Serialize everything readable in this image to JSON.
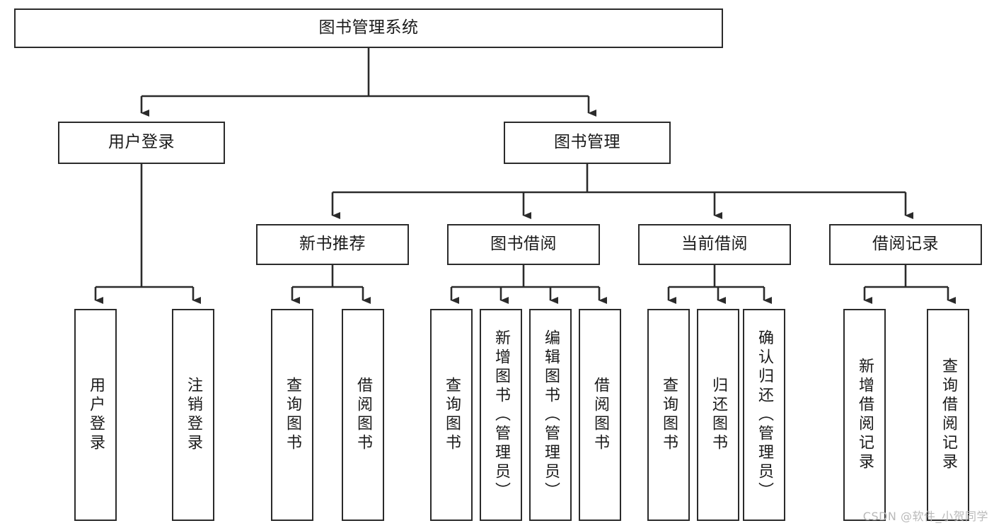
{
  "diagram": {
    "type": "tree-hierarchy-chart",
    "title": "图书管理系统",
    "colors": {
      "box_border": "#2b2b2b",
      "box_fill": "#ffffff",
      "connector": "#2b2b2b",
      "text": "#1a1a1a",
      "watermark": "#b9b9b9",
      "background": "#ffffff"
    },
    "root": {
      "label": "图书管理系统",
      "orientation": "horizontal"
    },
    "level2": [
      {
        "label": "用户登录",
        "orientation": "horizontal"
      },
      {
        "label": "图书管理",
        "orientation": "horizontal"
      }
    ],
    "level3": [
      {
        "label": "新书推荐",
        "orientation": "horizontal",
        "parent": "图书管理"
      },
      {
        "label": "图书借阅",
        "orientation": "horizontal",
        "parent": "图书管理"
      },
      {
        "label": "当前借阅",
        "orientation": "horizontal",
        "parent": "图书管理"
      },
      {
        "label": "借阅记录",
        "orientation": "horizontal",
        "parent": "图书管理"
      }
    ],
    "leaves": [
      {
        "label": "用户登录",
        "orientation": "vertical",
        "parent": "用户登录"
      },
      {
        "label": "注销登录",
        "orientation": "vertical",
        "parent": "用户登录"
      },
      {
        "label": "查询图书",
        "orientation": "vertical",
        "parent": "新书推荐"
      },
      {
        "label": "借阅图书",
        "orientation": "vertical",
        "parent": "新书推荐"
      },
      {
        "label": "查询图书",
        "orientation": "vertical",
        "parent": "图书借阅"
      },
      {
        "label": "新增图书（管理员）",
        "orientation": "vertical",
        "parent": "图书借阅"
      },
      {
        "label": "编辑图书（管理员）",
        "orientation": "vertical",
        "parent": "图书借阅"
      },
      {
        "label": "借阅图书",
        "orientation": "vertical",
        "parent": "图书借阅"
      },
      {
        "label": "查询图书",
        "orientation": "vertical",
        "parent": "当前借阅"
      },
      {
        "label": "归还图书",
        "orientation": "vertical",
        "parent": "当前借阅"
      },
      {
        "label": "确认归还（管理员）",
        "orientation": "vertical",
        "parent": "当前借阅"
      },
      {
        "label": "新增借阅记录",
        "orientation": "vertical",
        "parent": "借阅记录"
      },
      {
        "label": "查询借阅记录",
        "orientation": "vertical",
        "parent": "借阅记录"
      }
    ]
  },
  "watermark": {
    "text": "CSDN @软件_小贺同学"
  }
}
